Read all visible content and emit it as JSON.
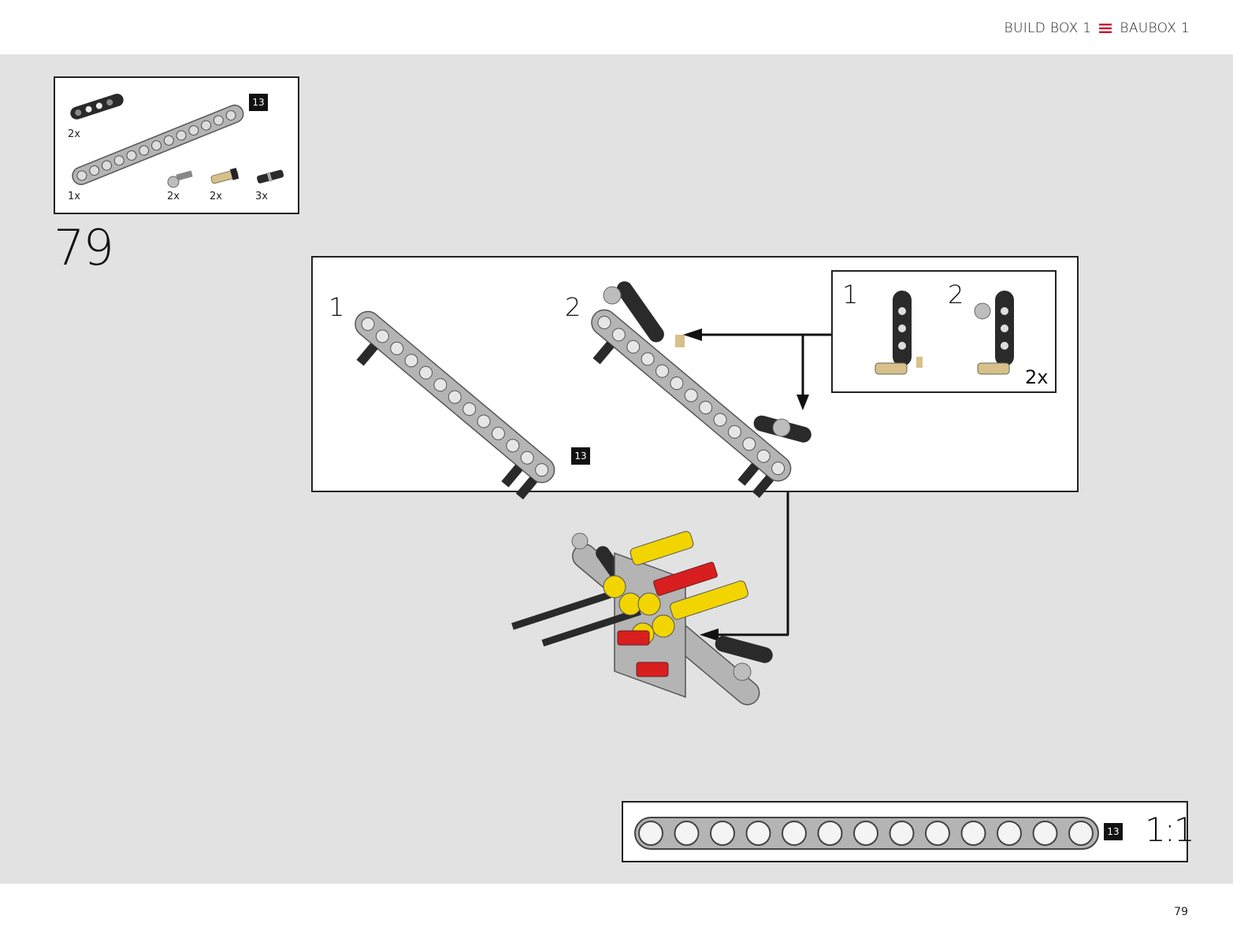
{
  "header": {
    "title_en": "BUILD BOX 1",
    "title_de": "BAUBOX 1",
    "separator_icon": "menu-icon",
    "accent_color": "#c8102e"
  },
  "parts_list": {
    "items": [
      {
        "name": "beam-short-black",
        "qty": "2x"
      },
      {
        "name": "beam-13-gray",
        "qty": "1x",
        "badge": "13"
      },
      {
        "name": "pin-gray-ball",
        "qty": "2x"
      },
      {
        "name": "pin-tan",
        "qty": "2x"
      },
      {
        "name": "pin-black",
        "qty": "3x"
      }
    ]
  },
  "step": {
    "number": "79"
  },
  "subassembly": {
    "step1_label": "1",
    "step2_label": "2",
    "badge": "13",
    "detail": {
      "step1_label": "1",
      "step2_label": "2",
      "multiplier": "2x"
    }
  },
  "scale_box": {
    "badge": "13",
    "scale_label": "1:1"
  },
  "colors": {
    "gray_beam": "#b4b4b4",
    "black_part": "#2a2a2a",
    "yellow": "#f2d500",
    "red": "#d81e1e",
    "tan": "#d8c08a"
  },
  "footer": {
    "page_number": "79"
  }
}
